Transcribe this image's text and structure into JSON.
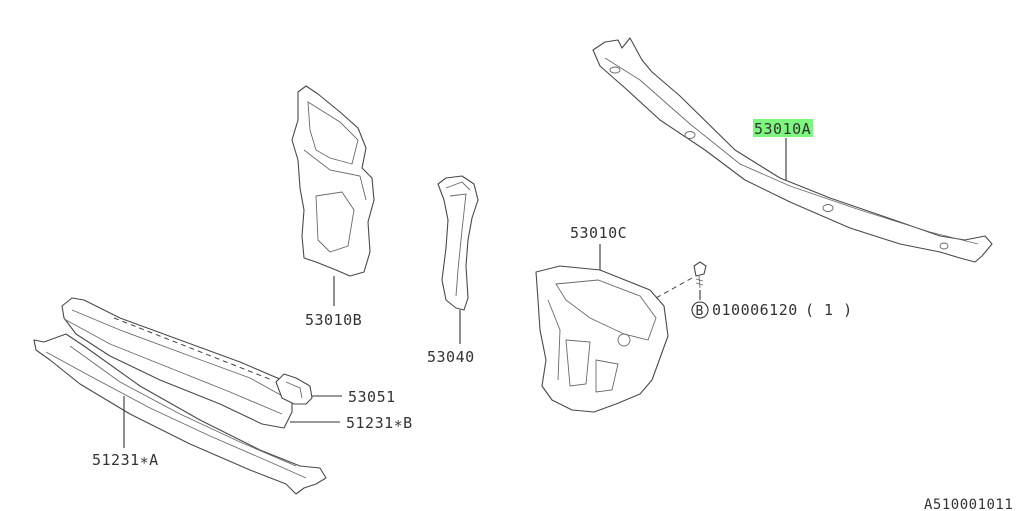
{
  "labels": {
    "p53010A": "53010A",
    "p53010B": "53010B",
    "p53010C": "53010C",
    "p53040": "53040",
    "p53051": "53051",
    "p51231B": "51231∗B",
    "p51231A": "51231∗A",
    "bolt_circle": "B",
    "bolt_partno": "010006120",
    "bolt_qty": "( 1 )"
  },
  "highlighted_part": "53010A",
  "highlight_color": "#7cf67c",
  "diagram_id": "A510001011"
}
